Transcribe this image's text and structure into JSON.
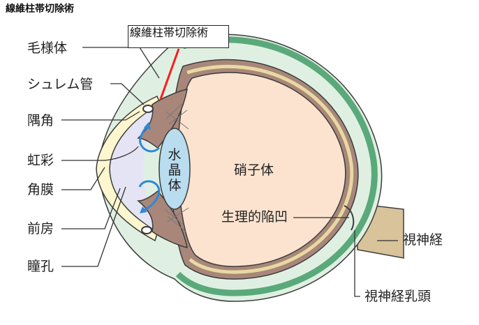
{
  "title": "線維柱帯切除術",
  "callout": "線維柱帯切除術",
  "labels": {
    "ciliary_body": "毛様体",
    "schlemm_canal": "シュレム管",
    "angle": "隅角",
    "iris": "虹彩",
    "cornea": "角膜",
    "anterior_chamber": "前房",
    "pupil": "瞳孔",
    "vitreous": "硝子体",
    "physiological_cup": "生理的陥凹",
    "optic_nerve": "視神経",
    "optic_disc": "視神経乳頭"
  },
  "lens_chars": [
    "水",
    "晶",
    "体"
  ],
  "colors": {
    "sclera": "#5aa97a",
    "sclera_fill": "#dff0e2",
    "choroid": "#a8877a",
    "retina": "#e8d9a2",
    "vitreous": "#fbe3cf",
    "lens": "#b9dcef",
    "cornea": "#fdf6cf",
    "chamber": "#e4e4f4",
    "flow_arrow": "#2f88d6",
    "incision": "#ff1a1a",
    "optic_nerve": "#d8c39a"
  }
}
